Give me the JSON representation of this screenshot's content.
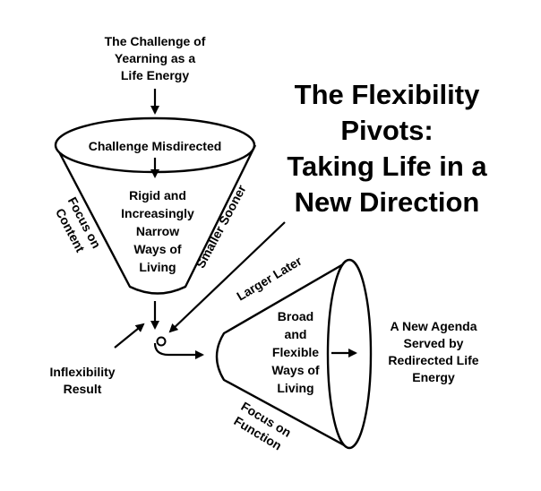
{
  "title": {
    "line1": "The Flexibility",
    "line2": "Pivots:",
    "line3": "Taking Life in a",
    "line4": "New Direction"
  },
  "top_label": {
    "line1": "The Challenge of",
    "line2": "Yearning as a",
    "line3": "Life Energy"
  },
  "funnel_top": {
    "rim_label": "Challenge Misdirected",
    "body": [
      "Rigid and",
      "Increasingly",
      "Narrow",
      "Ways of",
      "Living"
    ],
    "left_side_label": [
      "Focus on",
      "Content"
    ],
    "right_side_label": "Smaller Sooner"
  },
  "funnel_right": {
    "body": [
      "Broad",
      "and",
      "Flexible",
      "Ways of",
      "Living"
    ],
    "top_side_label": "Larger Later",
    "bottom_side_label": [
      "Focus on",
      "Function"
    ]
  },
  "pivot_label": [
    "Inflexibility",
    "Result"
  ],
  "result_label": [
    "A New Agenda",
    "Served by",
    "Redirected Life",
    "Energy"
  ]
}
